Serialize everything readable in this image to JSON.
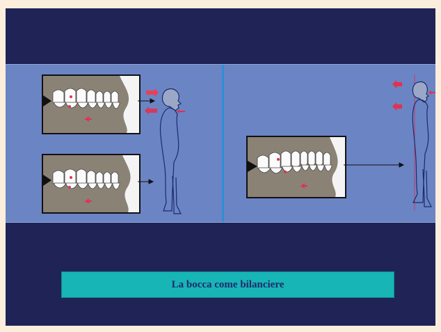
{
  "slide": {
    "caption": "La bocca come bilanciere"
  },
  "colors": {
    "background": "#1f2356",
    "band": "#6b84c4",
    "divider": "#2e8fd6",
    "caption_bg": "#17b5b5",
    "caption_text": "#1e2a6e",
    "arrow_red": "#e0324f"
  },
  "icons": [
    "teeth-photo",
    "human-silhouette",
    "pointer-arrow",
    "force-arrow"
  ]
}
